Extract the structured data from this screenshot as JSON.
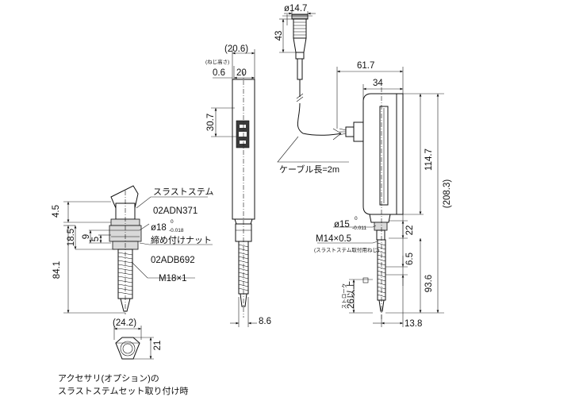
{
  "front_view": {
    "dim_width_paren": "(20.6)",
    "label_thread_height": "(ねじ高さ)",
    "dim_top_left": "0.6",
    "dim_top_right": "20",
    "dim_side_height": "30.7",
    "dim_tip_width": "8.6"
  },
  "connector": {
    "dim_diameter": "ø14.7",
    "dim_length": "43",
    "cable_label": "ケーブル長=2m"
  },
  "side_view": {
    "dim_width_total": "61.7",
    "dim_width_body": "34",
    "dim_body_height": "114.7",
    "dim_total_height_paren": "(208.3)",
    "stem_diameter_main": "ø15",
    "stem_tol_upper": "0",
    "stem_tol_lower": "-0.011",
    "dim_22": "22",
    "thread_label": "M14×0.5",
    "thread_note": "(スラストステム取付用ねじ)",
    "dim_6_5": "6.5",
    "dim_93_6": "93.6",
    "stroke_label": "ストローク",
    "stroke_value": "26以上",
    "dim_tip": "13.8"
  },
  "accessory": {
    "thrust_stem_label": "スラストステム",
    "thrust_stem_code": "02ADN371",
    "bore_diameter": "ø18",
    "bore_tol_upper": "0",
    "bore_tol_lower": "-0.018",
    "nut_label": "締め付けナット",
    "nut_code": "02ADB692",
    "thread_label": "M18×1",
    "dim_4_5": "4.5",
    "dim_18_5": "18.5",
    "dim_9": "9",
    "dim_5": "5",
    "dim_84_1": "84.1",
    "nut_across_corners": "(24.2)",
    "nut_across_flats": "21",
    "caption_line1": "アクセサリ(オプション)の",
    "caption_line2": "スラストステムセット取り付け時"
  }
}
